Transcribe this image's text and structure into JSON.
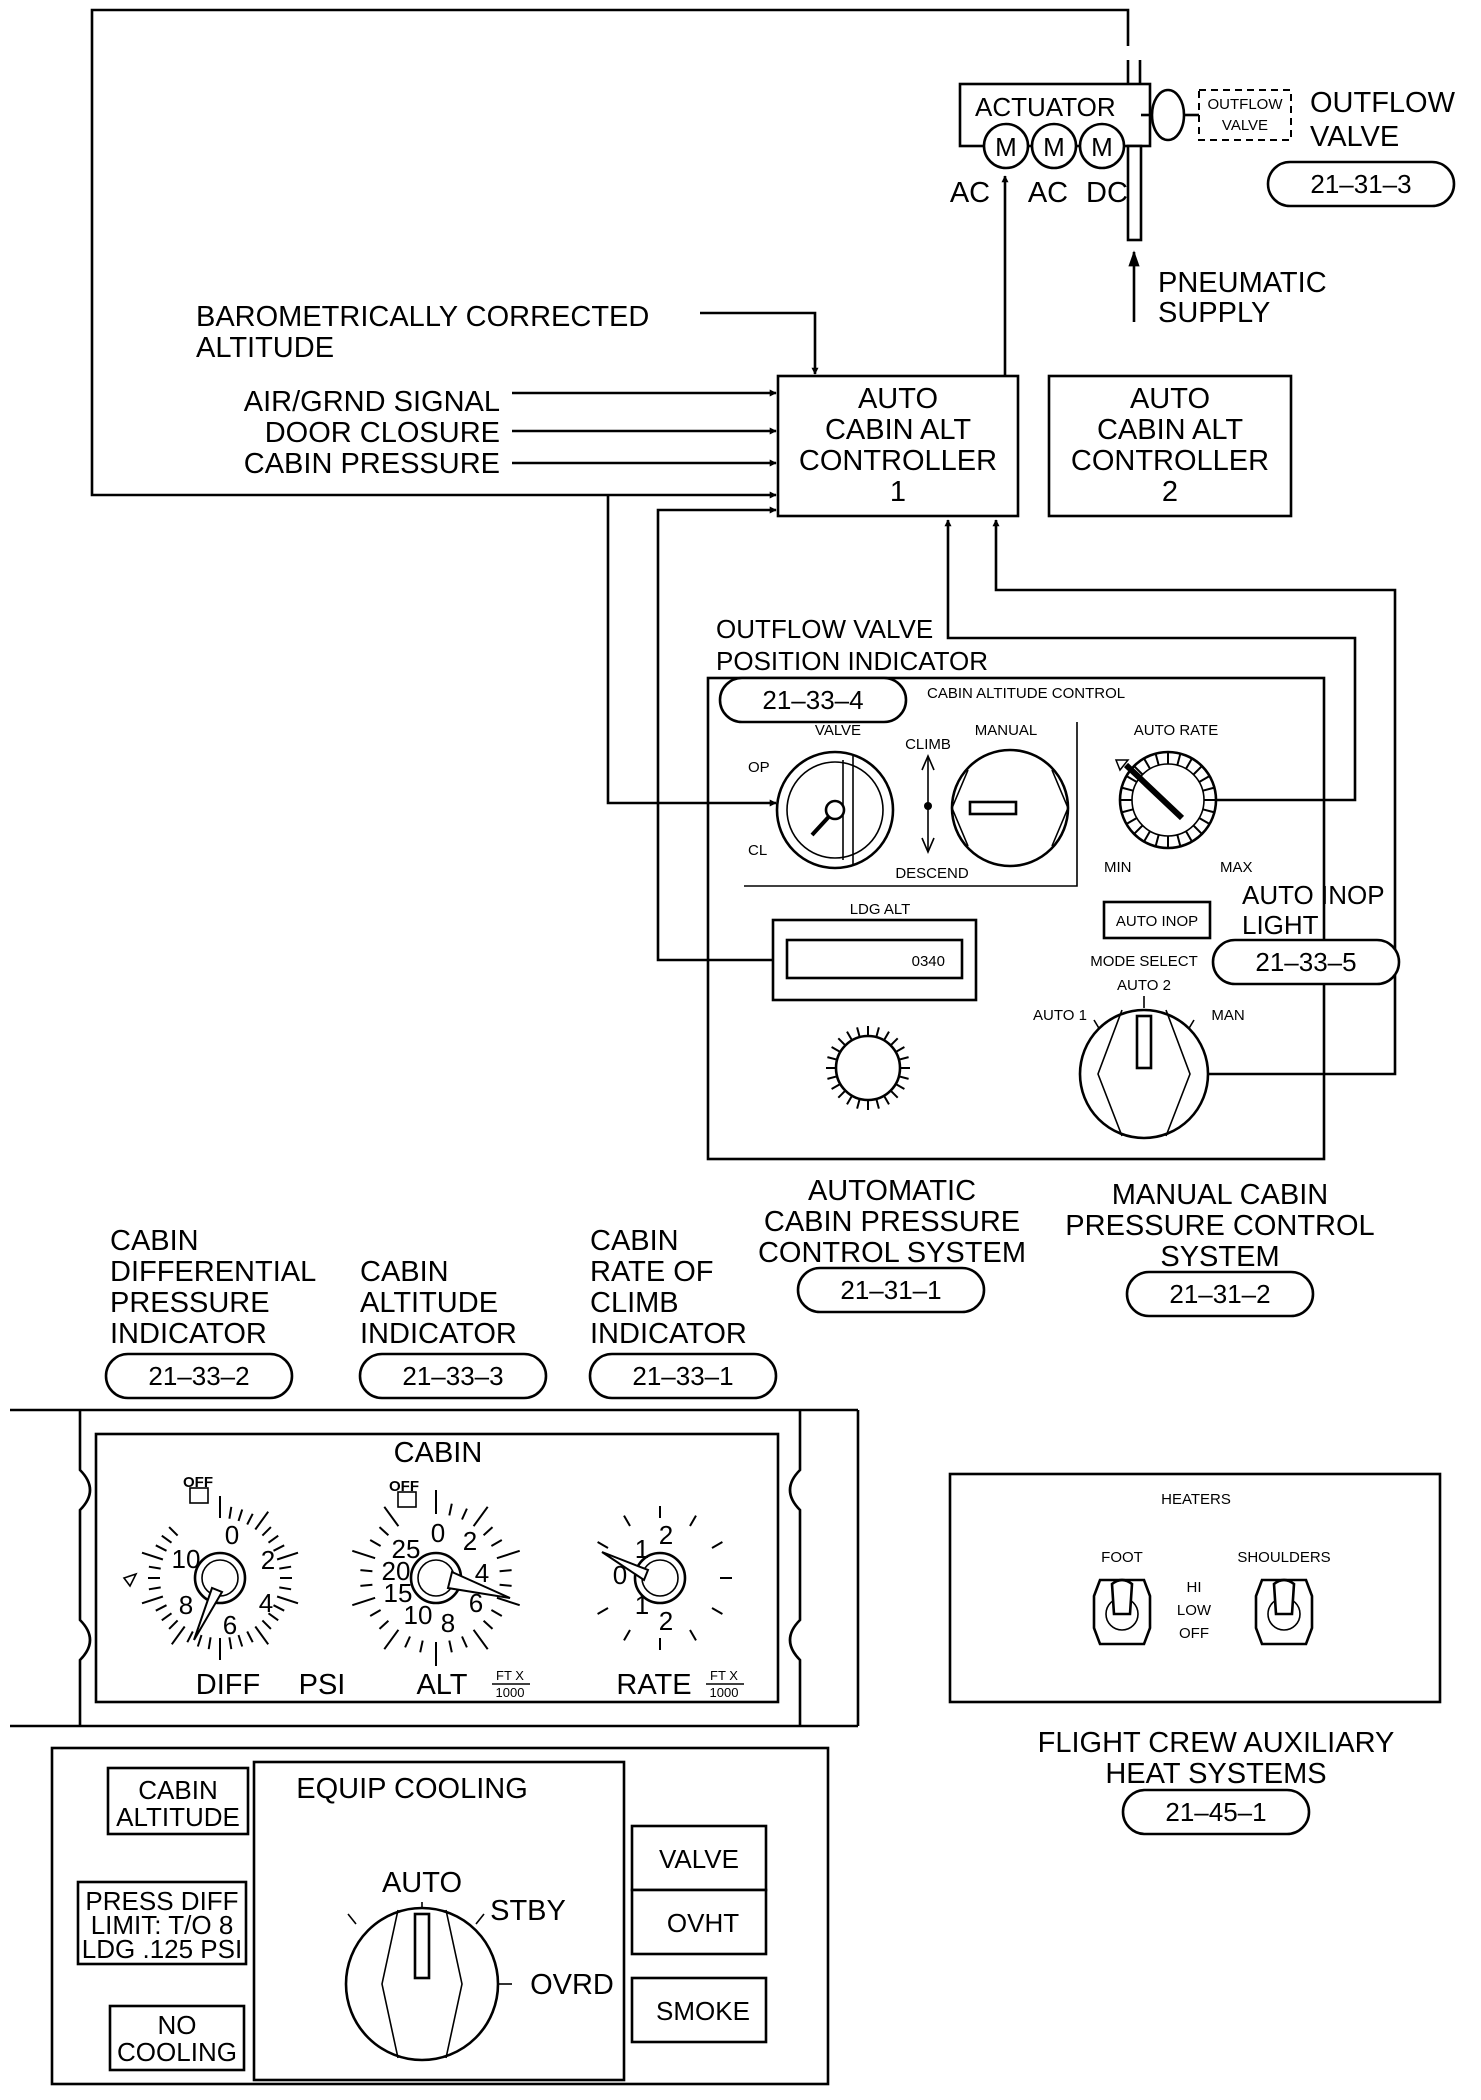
{
  "actuator": {
    "label": "ACTUATOR",
    "motor_label": "M",
    "power_sources": [
      "AC",
      "AC",
      "DC"
    ]
  },
  "outflow_valve": {
    "box_label": [
      "OUTFLOW",
      "VALVE"
    ],
    "title": [
      "OUTFLOW",
      "VALVE"
    ],
    "ref": "21–31–3"
  },
  "pneumatic_supply": [
    "PNEUMATIC",
    "SUPPLY"
  ],
  "inputs": {
    "baro_altitude": [
      "BAROMETRICALLY CORRECTED",
      "ALTITUDE"
    ],
    "air_grnd": "AIR/GRND SIGNAL",
    "door_closure": "DOOR CLOSURE",
    "cabin_pressure": "CABIN PRESSURE"
  },
  "controller_1": [
    "AUTO",
    "CABIN ALT",
    "CONTROLLER",
    "1"
  ],
  "controller_2": [
    "AUTO",
    "CABIN ALT",
    "CONTROLLER",
    "2"
  ],
  "outflow_position_indicator": {
    "label": [
      "OUTFLOW VALVE",
      "POSITION INDICATOR"
    ],
    "ref": "21–33–4"
  },
  "cabin_altitude_control_panel": {
    "title": "CABIN ALTITUDE CONTROL",
    "valve": "VALVE",
    "op": "OP",
    "cl": "CL",
    "climb": "CLIMB",
    "descend": "DESCEND",
    "manual": "MANUAL",
    "auto_rate": "AUTO RATE",
    "min": "MIN",
    "max": "MAX",
    "ldg_alt": "LDG ALT",
    "ldg_alt_value": "0340",
    "auto_inop": "AUTO INOP",
    "mode_select": "MODE SELECT",
    "auto1": "AUTO 1",
    "auto2": "AUTO 2",
    "man": "MAN"
  },
  "auto_inop_light": {
    "label": [
      "AUTO INOP",
      "LIGHT"
    ],
    "ref": "21–33–5"
  },
  "auto_system": {
    "label": [
      "AUTOMATIC",
      "CABIN PRESSURE",
      "CONTROL SYSTEM"
    ],
    "ref": "21–31–1"
  },
  "manual_system": {
    "label": [
      "MANUAL CABIN",
      "PRESSURE CONTROL",
      "SYSTEM"
    ],
    "ref": "21–31–2"
  },
  "diff_pressure_indicator": {
    "label": [
      "CABIN",
      "DIFFERENTIAL",
      "PRESSURE",
      "INDICATOR"
    ],
    "ref": "21–33–2"
  },
  "altitude_indicator": {
    "label": [
      "CABIN",
      "ALTITUDE",
      "INDICATOR"
    ],
    "ref": "21–33–3"
  },
  "rate_indicator": {
    "label": [
      "CABIN",
      "RATE OF",
      "CLIMB",
      "INDICATOR"
    ],
    "ref": "21–33–1"
  },
  "gauge_panel": {
    "title": "CABIN",
    "off_flag": "OFF",
    "diff": {
      "label": "DIFF",
      "unit": "PSI",
      "scale": [
        "0",
        "2",
        "4",
        "6",
        "8",
        "10"
      ]
    },
    "alt": {
      "label": "ALT",
      "unit": [
        "FT X",
        "1000"
      ],
      "scale": [
        "0",
        "2",
        "4",
        "6",
        "8",
        "10",
        "15",
        "20",
        "25"
      ]
    },
    "rate": {
      "label": "RATE",
      "unit": [
        "FT X",
        "1000"
      ],
      "scale": [
        "0",
        "1",
        "2",
        "1",
        "2"
      ]
    }
  },
  "heaters_panel": {
    "title": "HEATERS",
    "foot": "FOOT",
    "shoulders": "SHOULDERS",
    "positions": [
      "HI",
      "LOW",
      "OFF"
    ]
  },
  "flight_crew_heat": {
    "label": [
      "FLIGHT CREW AUXILIARY",
      "HEAT SYSTEMS"
    ],
    "ref": "21–45–1"
  },
  "equip_cooling_panel": {
    "cabin_altitude": [
      "CABIN",
      "ALTITUDE"
    ],
    "press_diff": [
      "PRESS DIFF",
      "LIMIT: T/O 8",
      "LDG .125 PSI"
    ],
    "no_cooling": [
      "NO",
      "COOLING"
    ],
    "title": "EQUIP COOLING",
    "auto": "AUTO",
    "stby": "STBY",
    "ovrd": "OVRD",
    "valve": "VALVE",
    "ovht": "OVHT",
    "smoke": "SMOKE"
  }
}
